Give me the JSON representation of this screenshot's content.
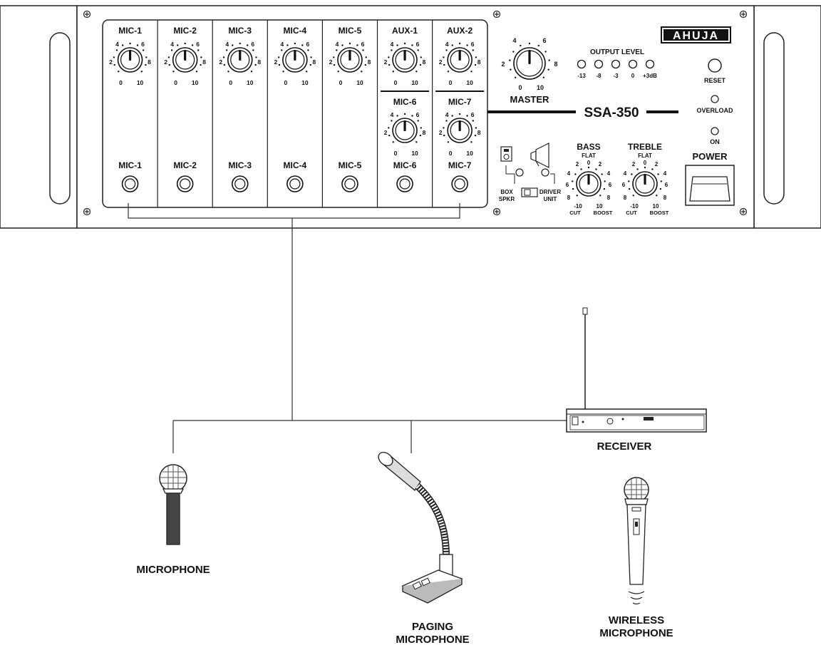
{
  "brand": "AHUJA",
  "model": "SSA-350",
  "channels": [
    {
      "label": "MIC-1",
      "socket": "MIC-1"
    },
    {
      "label": "MIC-2",
      "socket": "MIC-2"
    },
    {
      "label": "MIC-3",
      "socket": "MIC-3"
    },
    {
      "label": "MIC-4",
      "socket": "MIC-4"
    },
    {
      "label": "MIC-5",
      "socket": "MIC-5"
    },
    {
      "label": "AUX-1",
      "lower_label": "MIC-6",
      "socket": "MIC-6"
    },
    {
      "label": "AUX-2",
      "lower_label": "MIC-7",
      "socket": "MIC-7"
    }
  ],
  "knob_scale": {
    "marks": [
      "0",
      "2",
      "4",
      "6",
      "8",
      "10"
    ]
  },
  "master": {
    "label": "MASTER"
  },
  "output_level": {
    "title": "OUTPUT  LEVEL",
    "leds": [
      "-13",
      "-8",
      "-3",
      "0",
      "+3dB"
    ]
  },
  "tone": {
    "bass": {
      "label": "BASS",
      "flat": "FLAT",
      "cut": "CUT",
      "boost": "BOOST",
      "marks": [
        "-10",
        "8",
        "6",
        "4",
        "2",
        "0",
        "2",
        "4",
        "6",
        "8",
        "10"
      ]
    },
    "treble": {
      "label": "TREBLE",
      "flat": "FLAT",
      "cut": "CUT",
      "boost": "BOOST",
      "marks": [
        "-10",
        "8",
        "6",
        "4",
        "2",
        "0",
        "2",
        "4",
        "6",
        "8",
        "10"
      ]
    }
  },
  "speaker_select": {
    "box_line1": "BOX",
    "box_line2": "SPKR",
    "driver_line1": "DRIVER",
    "driver_line2": "UNIT"
  },
  "indicators": {
    "reset": "RESET",
    "overload": "OVERLOAD",
    "on": "ON",
    "power": "POWER"
  },
  "devices": {
    "microphone": "MICROPHONE",
    "paging_line1": "PAGING",
    "paging_line2": "MICROPHONE",
    "receiver": "RECEIVER",
    "wireless_line1": "WIRELESS",
    "wireless_line2": "MICROPHONE"
  }
}
